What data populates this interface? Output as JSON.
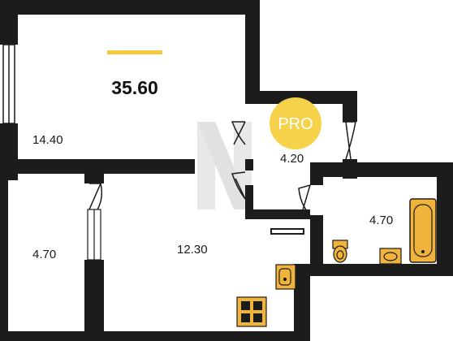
{
  "plan": {
    "total_area": "35.60",
    "badge": "PRO",
    "rooms": [
      {
        "label": "14.40"
      },
      {
        "label": "4.20"
      },
      {
        "label": "4.70"
      },
      {
        "label": "4.70"
      },
      {
        "label": "12.30"
      }
    ]
  },
  "colors": {
    "wall": "#1c1c1c",
    "accent": "#f5c842",
    "fixture": "#f0b43c",
    "badge": "#f5d24a",
    "watermark": "#d9d9d9"
  }
}
